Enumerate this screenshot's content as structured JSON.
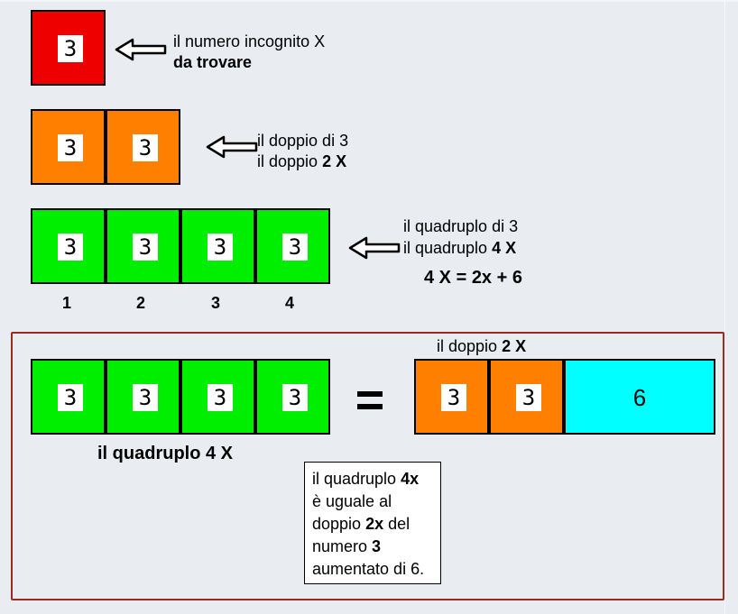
{
  "unit_value": "3",
  "colors": {
    "unknown": "#ee0000",
    "double": "#ff8000",
    "quadruple": "#00ee00",
    "constant": "#00ffff",
    "frame": "#9b2a1f",
    "background": "#e9ecf0"
  },
  "row1": {
    "line1": "il numero incognito  X",
    "line2": "da trovare"
  },
  "row2": {
    "line1": "il doppio di 3",
    "line2_prefix": "il doppio  ",
    "line2_bold": "2 X"
  },
  "row3": {
    "line1": "il quadruplo di 3",
    "line2_prefix": "il quadruplo ",
    "line2_bold": "4 X",
    "equation": "4 X = 2x + 6",
    "numbers": [
      "1",
      "2",
      "3",
      "4"
    ]
  },
  "bottom": {
    "equals": "=",
    "double_label_prefix": "il doppio  ",
    "double_label_bold": "2 X",
    "constant": "6",
    "quadruple_label": "il quadruplo 4 X"
  },
  "note": {
    "l1_text": "il quadruplo ",
    "l1_bold": "4x",
    "l2": "è uguale al",
    "l3_text": "doppio ",
    "l3_bold": "2x",
    "l3_tail": " del",
    "l4_text": "numero ",
    "l4_bold": "3",
    "l5": "aumentato di 6."
  }
}
